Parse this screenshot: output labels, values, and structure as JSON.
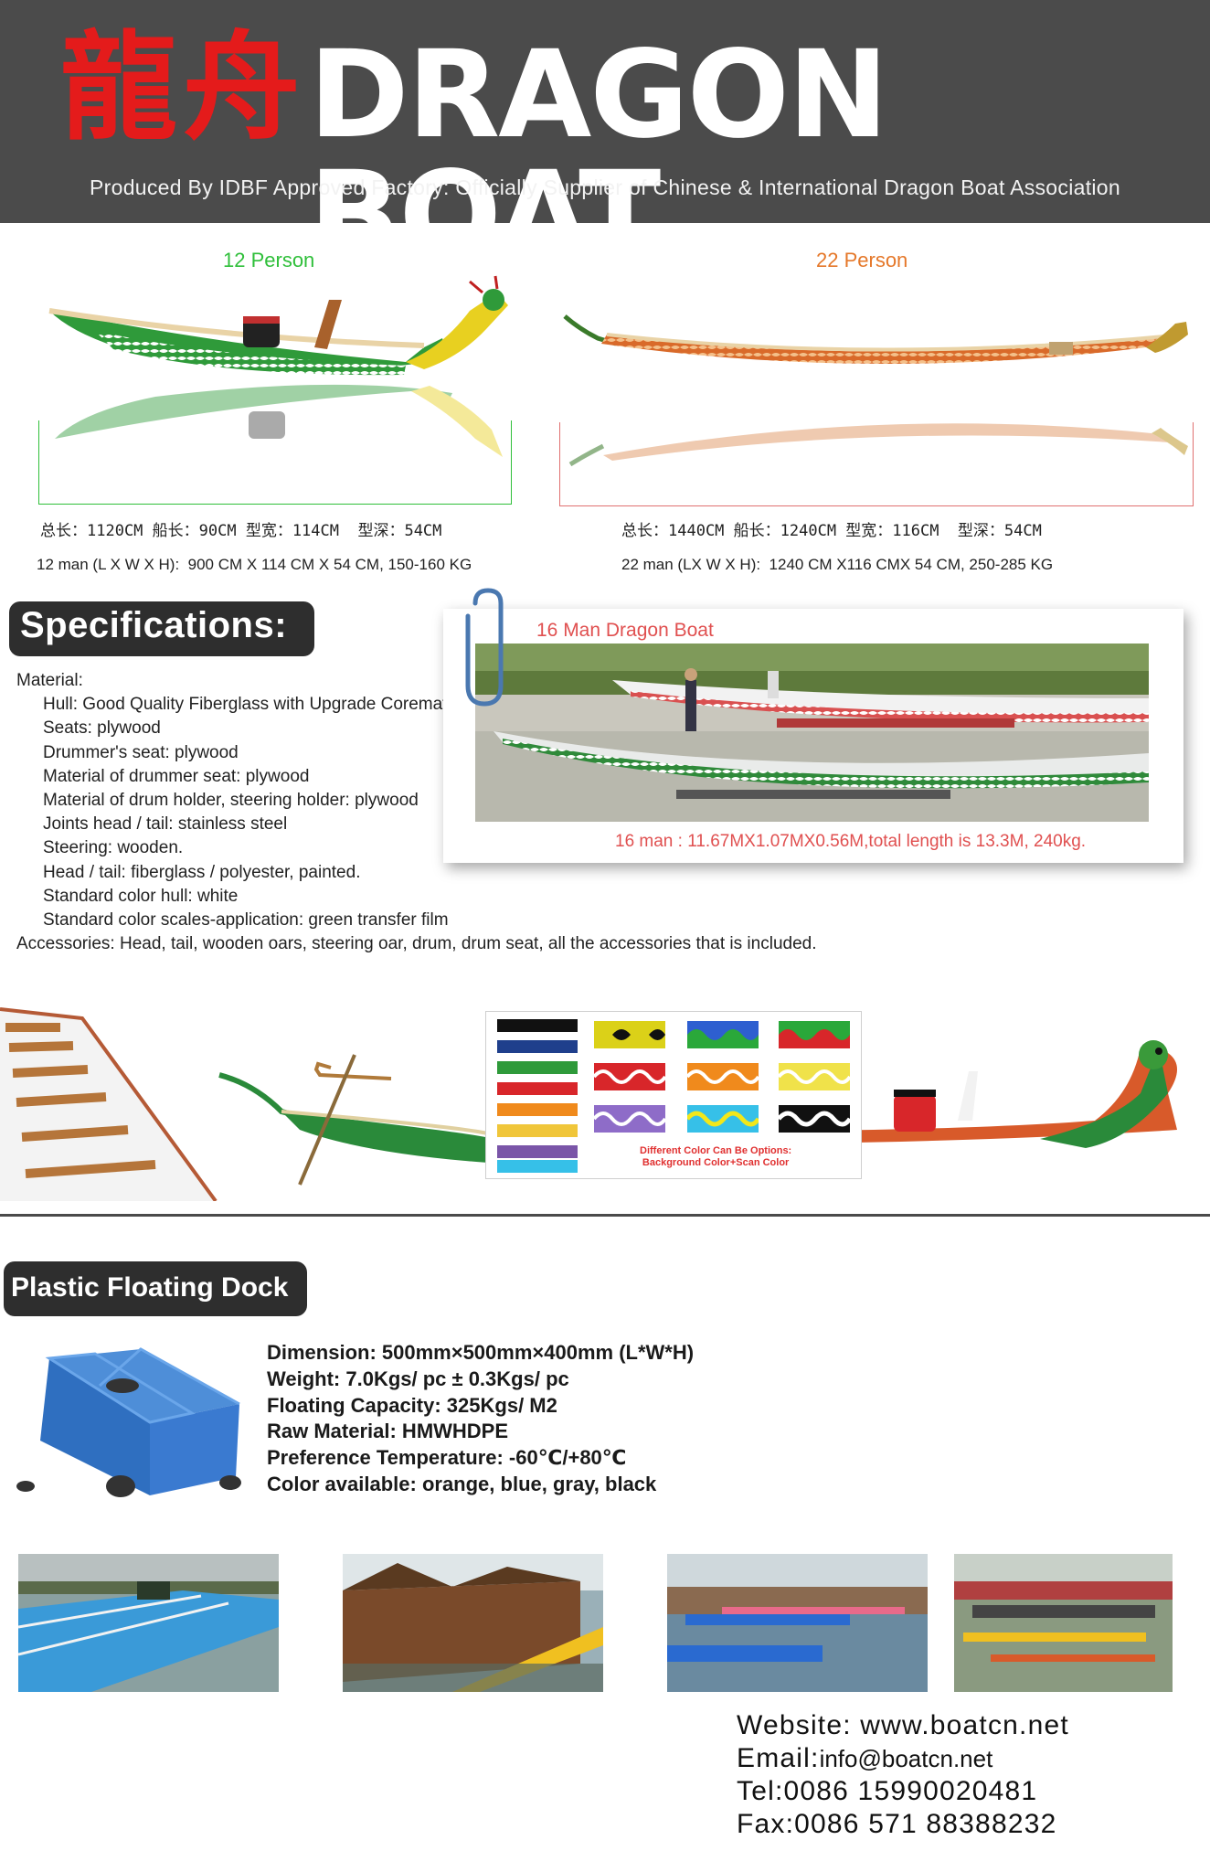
{
  "header": {
    "title_cn": "龍舟",
    "title_en": "DRAGON BOAT",
    "subtitle": "Produced By IDBF Approved Factory: Officially Supplier of Chinese & International Dragon Boat Association"
  },
  "models": [
    {
      "title": "12 Person",
      "dims_cn": "总长：1120CM 船长：90CM 型宽：114CM  型深：54CM",
      "dims_en": "12 man (L X W X H):  900 CM X 114 CM X 54 CM, 150-160 KG"
    },
    {
      "title": "22 Person",
      "dims_cn": "总长：1440CM 船长：1240CM 型宽：116CM  型深：54CM",
      "dims_en": "22 man (LX W X H):  1240 CM X116 CMX 54 CM, 250-285 KG"
    }
  ],
  "specifications": {
    "heading": "Specifications:",
    "material_label": "Material:",
    "items": [
      "Hull: Good Quality Fiberglass with Upgrade Coremat Sandwich",
      "Seats: plywood",
      "Drummer's seat: plywood",
      "Material of drummer seat: plywood",
      "Material of drum holder, steering holder: plywood",
      "Joints head / tail: stainless steel",
      "Steering: wooden.",
      "Head / tail: fiberglass / polyester, painted.",
      "Standard color hull: white",
      "Standard color scales-application: green transfer film"
    ],
    "accessories": "Accessories:  Head, tail, wooden oars, steering oar, drum, drum seat, all the accessories that is included."
  },
  "boat16": {
    "title": "16 Man Dragon Boat",
    "note": "16 man : 11.67MX1.07MX0.56M,total length is 13.3M, 240kg."
  },
  "color_chart": {
    "note_line1": "Different Color Can Be Options:",
    "note_line2": "Background Color+Scan Color",
    "stripes": [
      "#111111",
      "#1f3f8c",
      "#2e9a3a",
      "#d8262a",
      "#f08a1c",
      "#f0c63a",
      "#7a55a8",
      "#36c0e8"
    ],
    "swatches": [
      [
        "#f2e71a",
        "#111111"
      ],
      [
        "#2e5fd0",
        "#2aa83a"
      ],
      [
        "#2aa83a",
        "#d8262a"
      ],
      [
        "#ffffff",
        "#d8262a"
      ],
      [
        "#ffffff",
        "#f08a1c"
      ],
      [
        "#ffffff",
        "#f0e24a"
      ],
      [
        "#ffffff",
        "#8e6cc8"
      ],
      [
        "#36c0e8",
        "#f2e71a"
      ],
      [
        "#ffffff",
        "#111111"
      ]
    ]
  },
  "dock": {
    "heading": "Plastic Floating Dock",
    "specs": [
      "Dimension: 500mm×500mm×400mm (L*W*H)",
      "Weight: 7.0Kgs/ pc ± 0.3Kgs/ pc",
      "Floating Capacity: 325Kgs/ M2",
      "Raw Material: HMWHDPE",
      "Preference Temperature: -60℃/+80℃",
      "Color available: orange, blue, gray, black"
    ]
  },
  "contact": {
    "website": "Website: www.boatcn.net",
    "email_label": "Email:",
    "email_value": "info@boatcn.net",
    "tel": "Tel:0086 15990020481",
    "fax": "Fax:0086 571 88388232"
  },
  "colors": {
    "header_bg": "#4b4b4b",
    "title_red": "#e41b1b",
    "green_label": "#2fbf3a",
    "orange_label": "#e5782a",
    "pill_bg": "#2e2e2e",
    "note_red": "#e05050"
  }
}
